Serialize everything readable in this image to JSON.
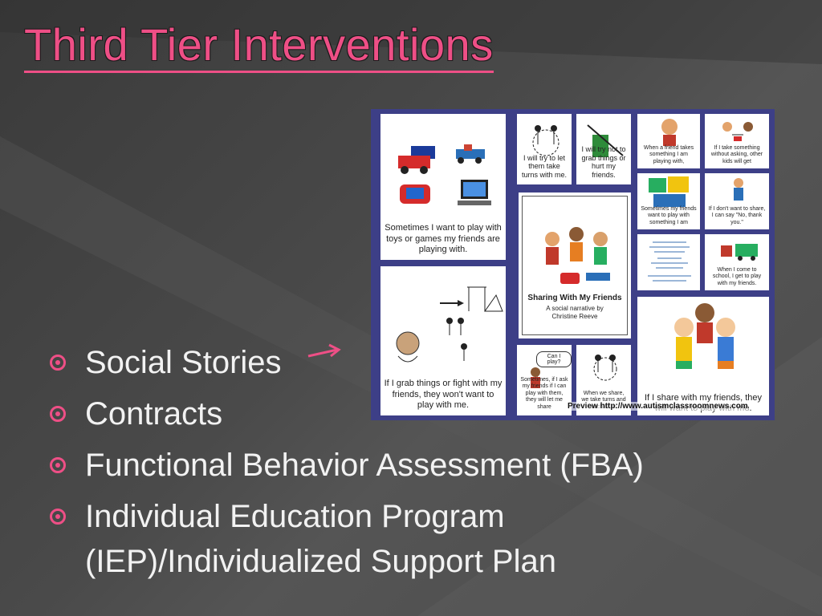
{
  "title": "Third Tier Interventions",
  "bullets": [
    "Social Stories",
    "Contracts",
    "Functional Behavior Assessment (FBA)",
    "Individual Education Program",
    "(IEP)/Individualized Support Plan"
  ],
  "collage": {
    "cards": {
      "toys": "Sometimes I want to play with toys or games my friends are playing with.",
      "turns": "I will try to let them take turns with me.",
      "grab": "I will try not to grab things or hurt my friends.",
      "friend_takes": "When a friend takes something I am playing with,",
      "take_without": "If I take something without asking, other kids will get",
      "with_me": "Sometimes my friends want to play with something I am",
      "share_no": "If I don't want to share, I can say \"No, thank you.\"",
      "cover_title": "Sharing With My Friends",
      "cover_sub": "A social narrative by",
      "cover_author": "Christine Reeve",
      "school": "When I come to school, I get to play with my friends.",
      "grab_fight": "If I grab things or fight with my friends, they won't want to play with me.",
      "can_play": "Sometimes, if I ask my friends if I can play with them, they will let me share",
      "take_turns": "When we share, we take turns and each of us",
      "share_friends": "If I share with my friends, they will want to play with me."
    },
    "speech_bubble": "Can I play?",
    "preview": "Preview http://www.autismclassroomnews.com"
  },
  "colors": {
    "accent": "#ee4f86",
    "frame": "#3d3f87",
    "text": "#f2f2f2"
  }
}
